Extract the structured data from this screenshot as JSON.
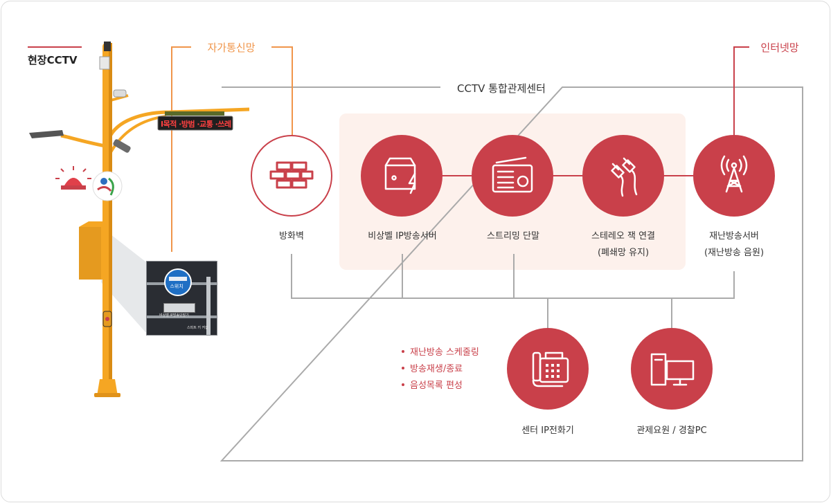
{
  "left_panel": {
    "site_cctv_label": "현장CCTV",
    "private_network_label": "자가통신망",
    "led_sign_text": "I목적 ·방범 ·교통 ·쓰레",
    "photo": {
      "switch_label": "스위치",
      "device1_label": "비상벨 IP방송단말기",
      "device2_label": "스피트 키 커갑"
    }
  },
  "right_panel": {
    "internet_label": "인터넷망",
    "center_title": "CCTV 통합관제센터",
    "nodes": [
      {
        "label": "방화벽",
        "sub": "",
        "icon": "brick-wall-icon"
      },
      {
        "label": "비상벨 IP방송서버",
        "sub": "",
        "icon": "server-box-bolt-icon"
      },
      {
        "label": "스트리밍 단말",
        "sub": "",
        "icon": "radio-icon"
      },
      {
        "label": "스테레오 잭 연결",
        "sub": "(폐쇄망 유지)",
        "icon": "stereo-jack-cable-icon"
      },
      {
        "label": "재난방송서버",
        "sub": "(재난방송 음원)",
        "icon": "broadcast-tower-icon"
      },
      {
        "label": "센터 IP전화기",
        "sub": "",
        "icon": "ip-phone-icon"
      },
      {
        "label": "관제요원 / 경찰PC",
        "sub": "",
        "icon": "desktop-pc-icon"
      }
    ],
    "features": [
      "재난방송 스케줄링",
      "방송재생/종료",
      "음성목록 편성"
    ]
  },
  "colors": {
    "accent_red": "#c9404a",
    "line_orange": "#f0954a",
    "line_gray": "#aaaaaa",
    "highlight_bg": "#fdf1ec",
    "pole_yellow": "#f5a623"
  }
}
